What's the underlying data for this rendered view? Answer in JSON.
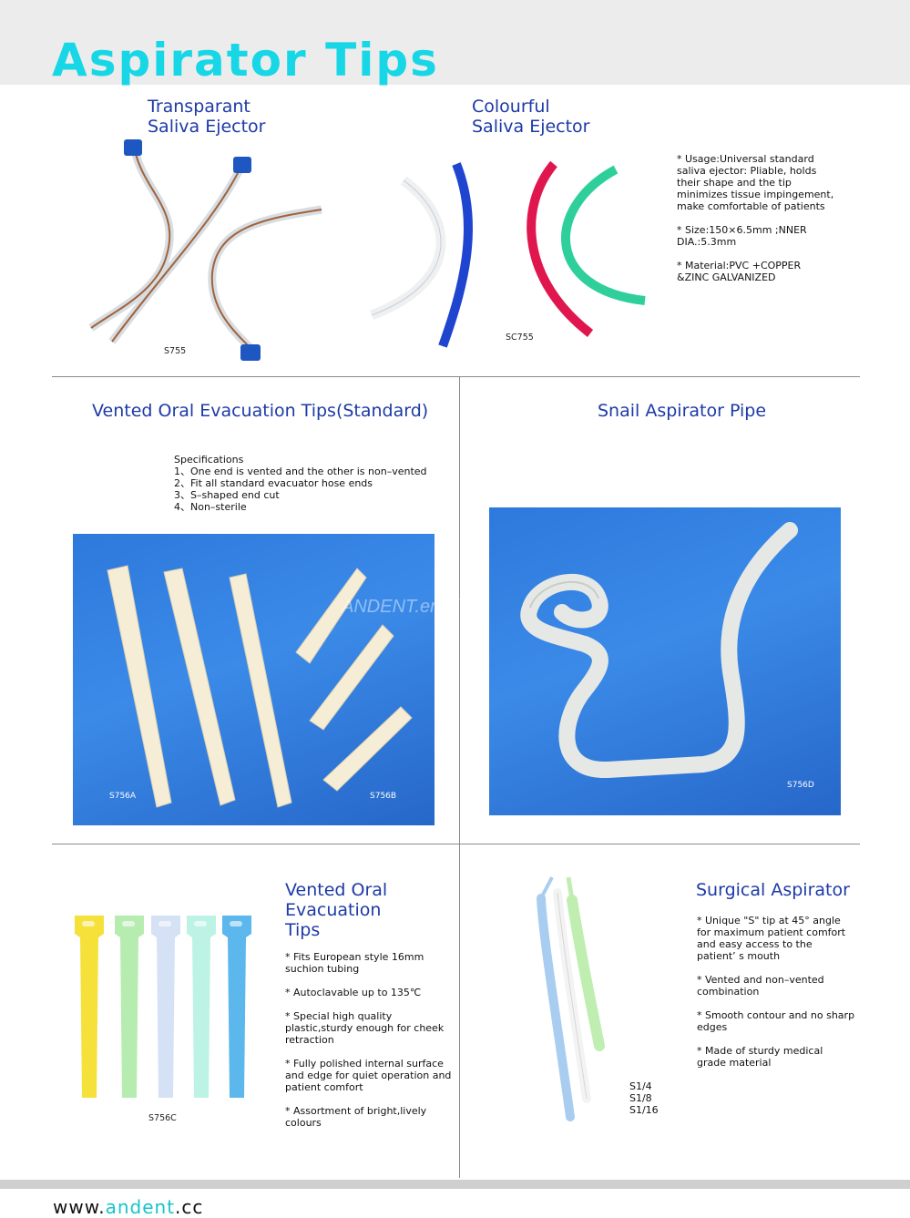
{
  "header": {
    "title": "Aspirator Tips",
    "title_color": "#17d7e6"
  },
  "section_transparent": {
    "heading_line1": "Transparant",
    "heading_line2": "Saliva Ejector",
    "model": "S755"
  },
  "section_colourful": {
    "heading_line1": "Colourful",
    "heading_line2": "Saliva Ejector",
    "model": "SC755",
    "bullets": [
      "* Usage:Universal standard\nsaliva ejector: Pliable, holds\ntheir shape and the tip\nminimizes tissue impingement,\nmake  comfortable of patients",
      "* Size:150×6.5mm ;NNER\nDIA.:5.3mm",
      "* Material:PVC  +COPPER\n&ZINC GALVANIZED"
    ]
  },
  "section_vented_standard": {
    "heading": "Vented Oral Evacuation Tips(Standard)",
    "specs_title": "Specifications",
    "specs": [
      "1、One end is vented and the other is non–vented",
      "2、Fit all standard evacuator hose ends",
      "3、S–shaped end cut",
      "4、Non–sterile"
    ],
    "model_a": "S756A",
    "model_b": "S756B"
  },
  "section_snail": {
    "heading": "Snail Aspirator Pipe",
    "model": "S756D",
    "watermark": "ANDENT.en.hina"
  },
  "section_vented_european": {
    "heading_line1": "Vented Oral",
    "heading_line2": "Evacuation",
    "heading_line3": "Tips",
    "model": "S756C",
    "bullets": [
      "* Fits European style 16mm\nsuchion  tubing",
      "* Autoclavable up to 135℃",
      "* Special high quality\nplastic,sturdy enough for cheek\nretraction",
      "* Fully polished internal surface\nand edge for quiet operation and\npatient comfort",
      "* Assortment of bright,lively\ncolours"
    ]
  },
  "section_surgical": {
    "heading": "Surgical Aspirator",
    "models": [
      "S1/4",
      "S1/8",
      "S1/16"
    ],
    "bullets": [
      "* Unique \"S\" tip at 45°  angle\nfor maximum patient comfort\nand easy access to the\npatient’ s mouth",
      "* Vented and non–vented\ncombination",
      "* Smooth contour and no sharp\nedges",
      "* Made of sturdy medical\ngrade material"
    ]
  },
  "footer": {
    "url_prefix": "www.",
    "url_brand": "andent",
    "url_suffix": ".cc",
    "brand_color": "#18c4c9"
  },
  "colors": {
    "heading_blue": "#1d3aa6",
    "photo_blue": "#2d79dc"
  }
}
